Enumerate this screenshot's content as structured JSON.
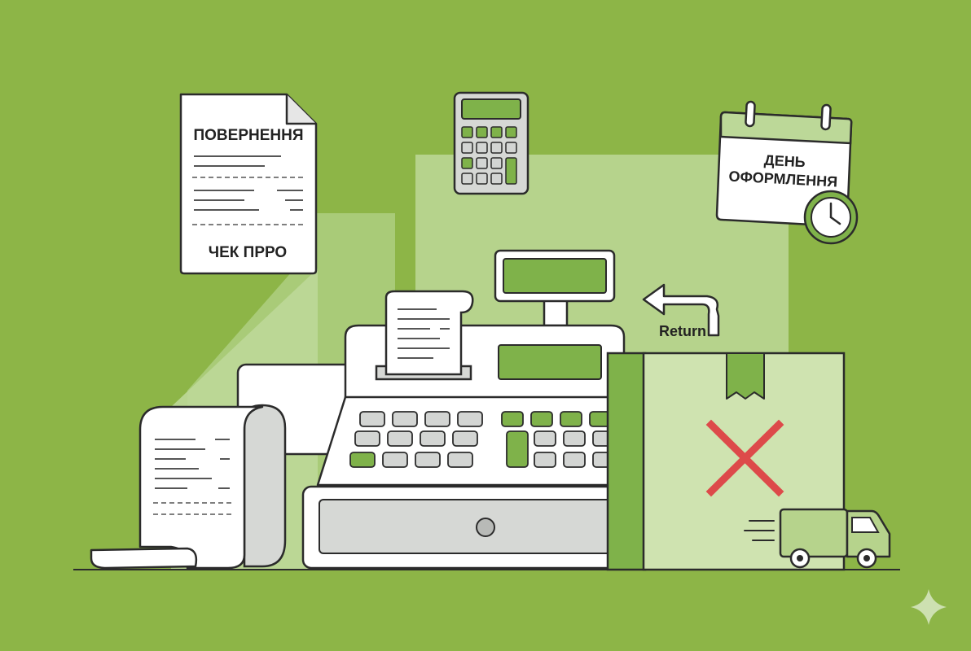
{
  "document": {
    "title": "ПОВЕРНЕННЯ",
    "footer": "ЧЕК ПРРО"
  },
  "calendar": {
    "line1": "ДЕНЬ",
    "line2": "ОФОРМЛЕННЯ"
  },
  "return_sign": {
    "label": "Return"
  },
  "colors": {
    "background": "#8db547",
    "light_panel": "#cfe3b0",
    "accent_green": "#7fb24a",
    "outline": "#2b2b2b",
    "paper": "#ffffff",
    "gray_key": "#d3d5d3",
    "cancel_red": "#dd4a4a"
  },
  "icons": {
    "document": "receipt-document-icon",
    "calculator": "calculator-icon",
    "calendar": "calendar-icon",
    "clock": "clock-icon",
    "register": "cash-register-icon",
    "box": "parcel-box-icon",
    "cross": "cross-mark-icon",
    "truck": "delivery-truck-icon",
    "arrow": "return-arrow-icon",
    "sparkle": "sparkle-icon"
  }
}
